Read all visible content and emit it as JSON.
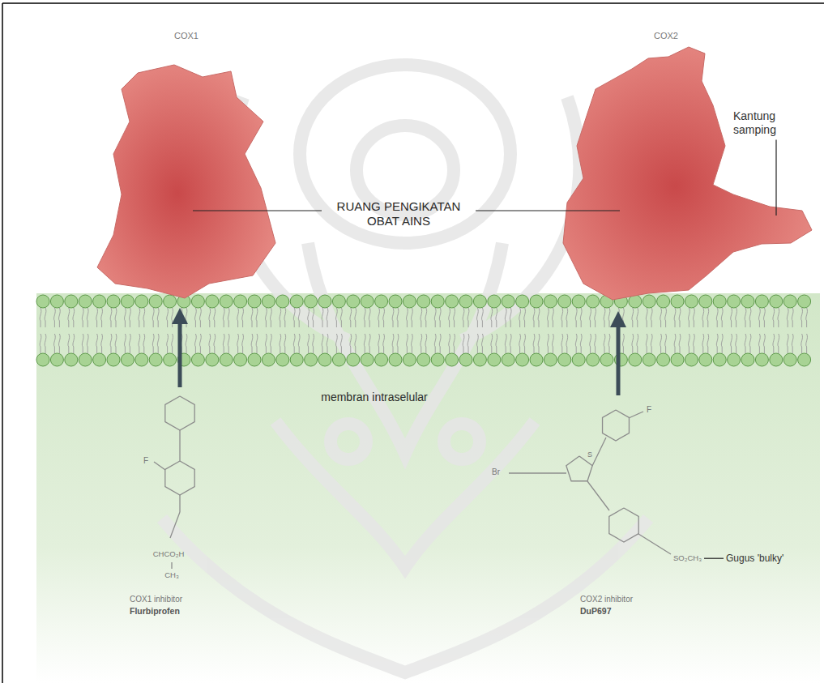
{
  "diagram": {
    "nodes": [
      {
        "text": [
          "COX1"
        ]
      },
      {
        "text": [
          "COX2"
        ]
      }
    ],
    "labels": [
      "Kantung samping",
      "RUANG PENGIKATAN OBAT AINS",
      "membran intraselular",
      "F",
      "CHCO₂H",
      "CH₃",
      "COX1 inhibitor",
      "Flurbiprofen",
      "Br",
      "S",
      "F",
      "SO₂CH₃",
      "Gugus 'bulky'",
      "COX2 inhibitor",
      "DuP697"
    ]
  }
}
